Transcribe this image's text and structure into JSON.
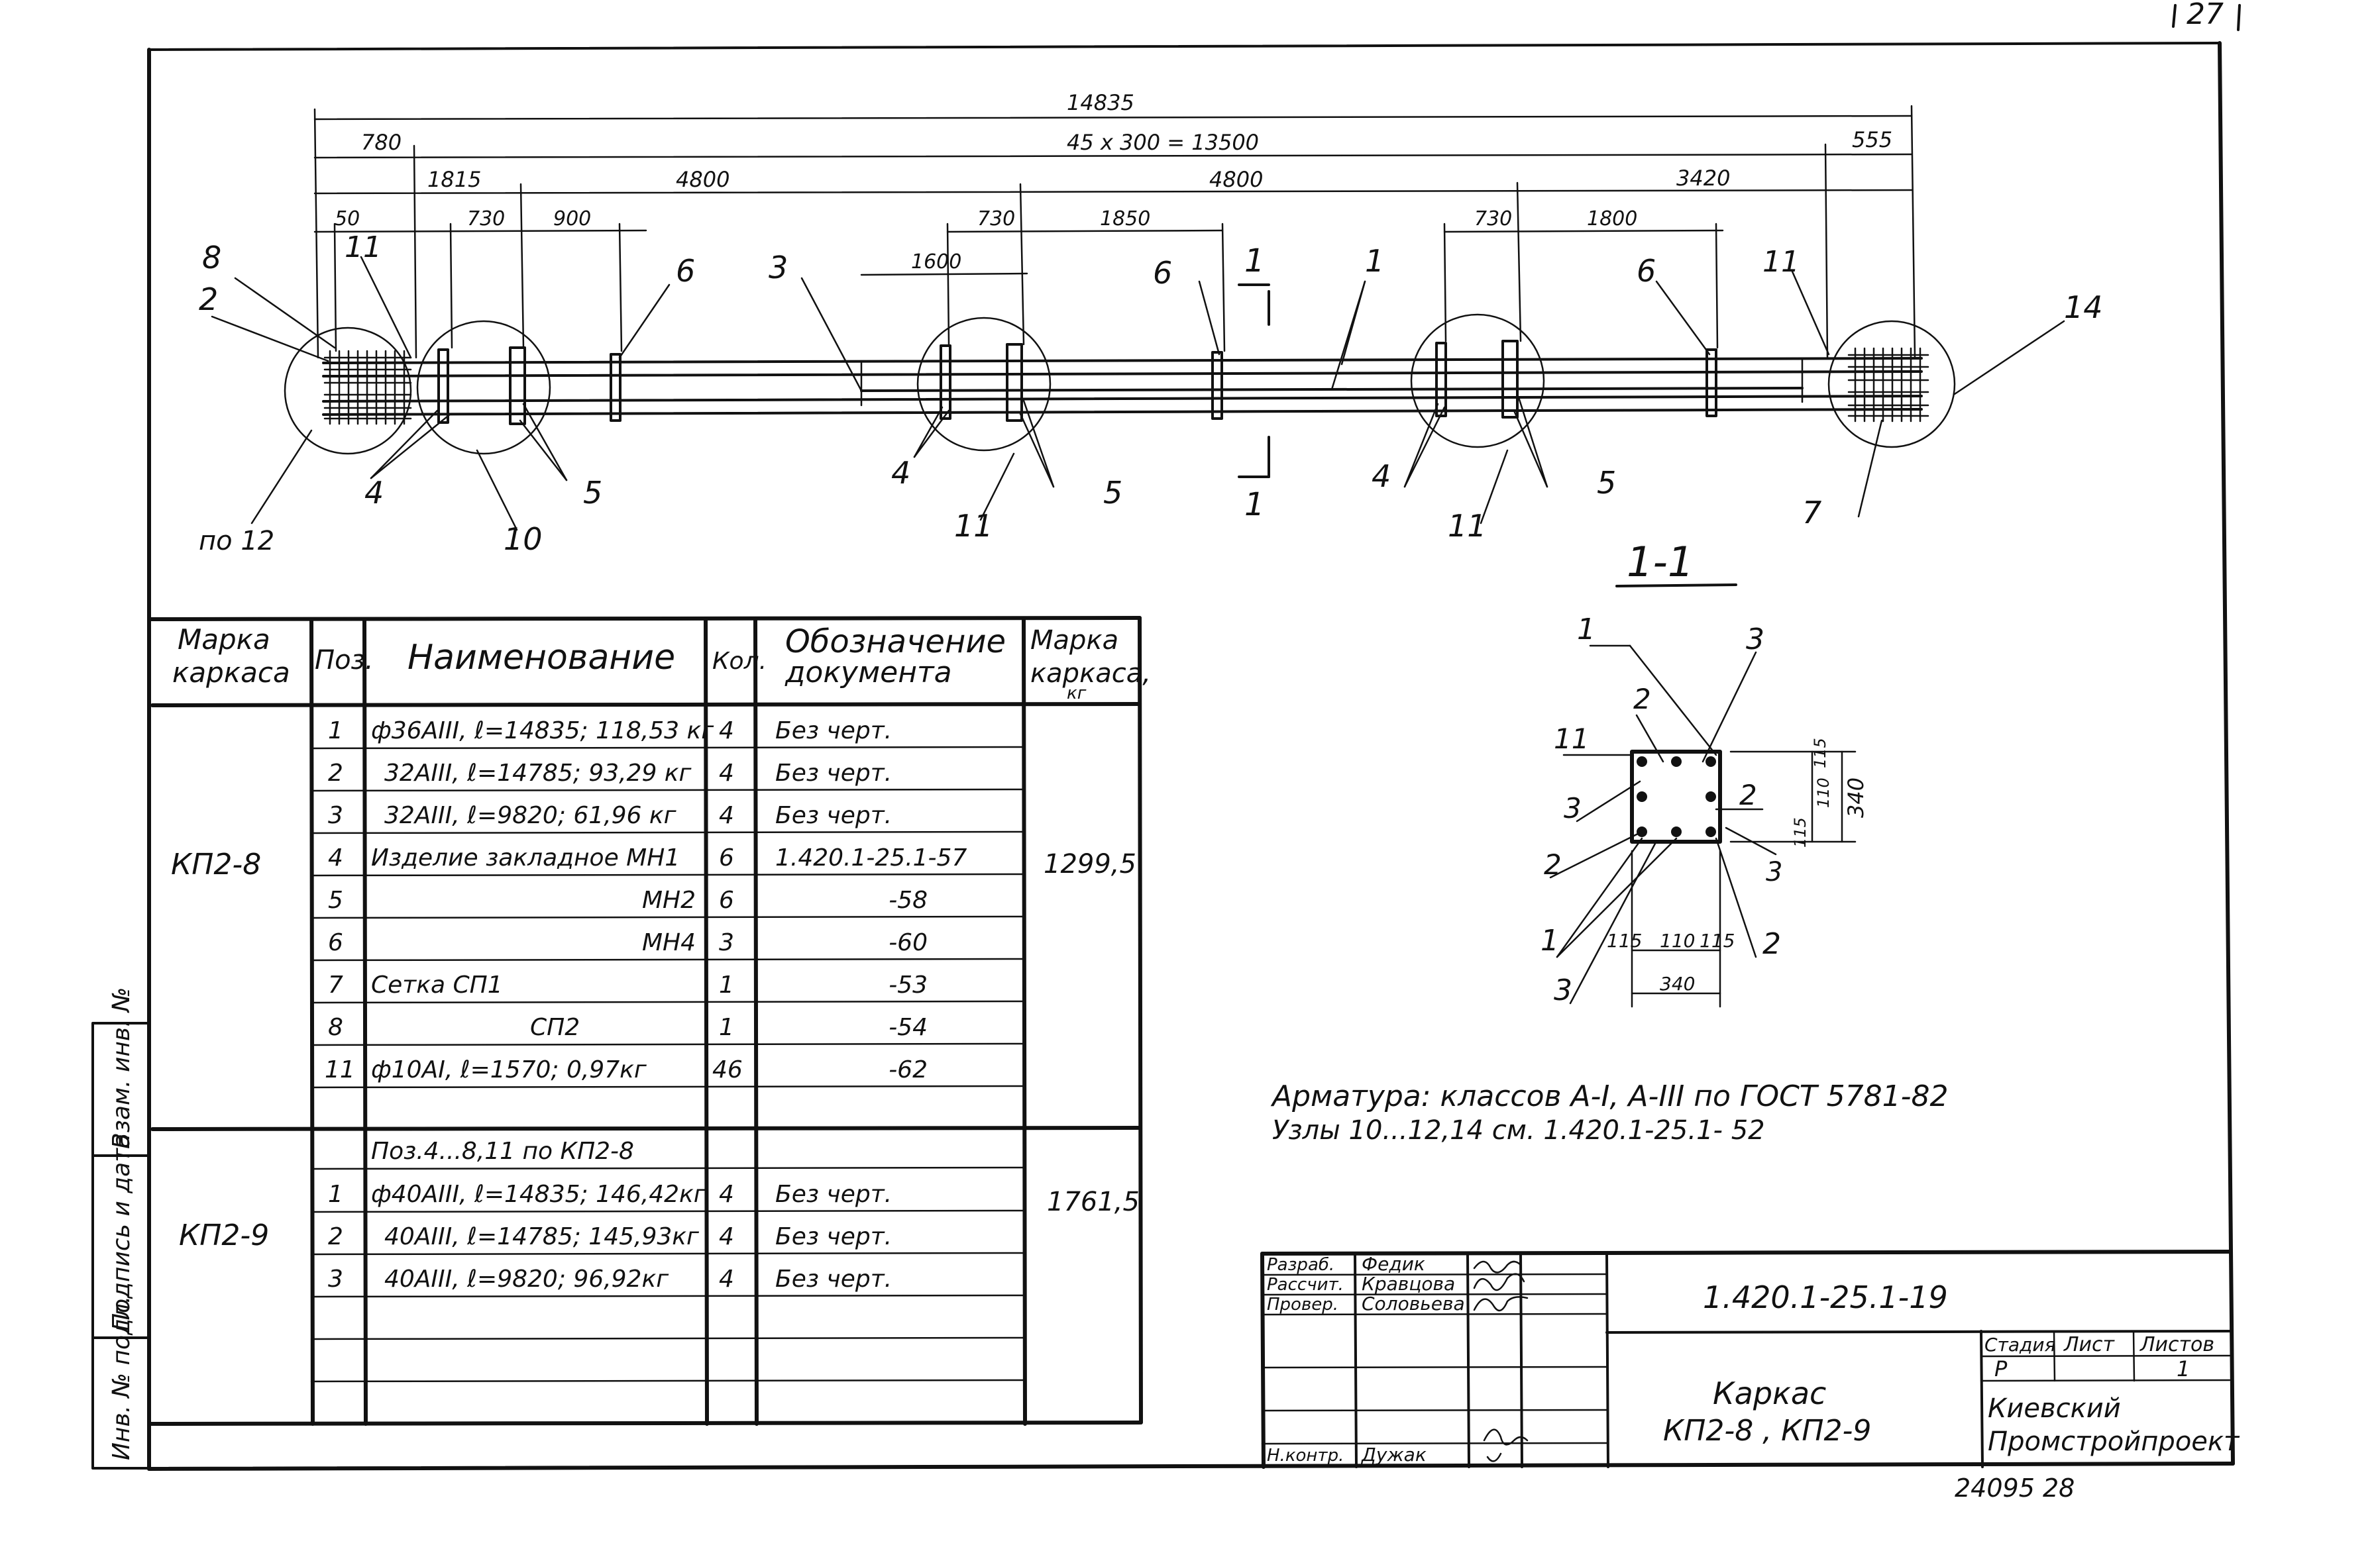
{
  "sheet": {
    "page_corner_number": "27",
    "archive_number": "24095 28"
  },
  "elevation": {
    "dims": {
      "overall": "14835",
      "pitch": "45 x 300 = 13500",
      "left_end": "780",
      "right_end": "555",
      "d_1815": "1815",
      "d_4800_a": "4800",
      "d_4800_b": "4800",
      "d_3420": "3420",
      "d_50": "50",
      "d_730_a": "730",
      "d_900": "900",
      "d_1600": "1600",
      "d_730_b": "730",
      "d_1850": "1850",
      "d_730_c": "730",
      "d_1800": "1800"
    },
    "callouts": {
      "p8": "8",
      "p2": "2",
      "p11a": "11",
      "p_no12": "по 12",
      "p4a": "4",
      "p10": "10",
      "p5a": "5",
      "p6a": "6",
      "p3": "3",
      "p4b": "4",
      "p11b": "11",
      "p5b": "5",
      "p6b": "6",
      "p1": "1",
      "p4c": "4",
      "p11c": "11",
      "p5c": "5",
      "p6c": "6",
      "p11d": "11",
      "p7": "7",
      "p14": "14",
      "cut_top": "1",
      "cut_bottom": "1"
    }
  },
  "section": {
    "title": "1-1",
    "labels": {
      "top1": "1",
      "top3": "3",
      "l2a": "2",
      "l11": "11",
      "l3a": "3",
      "r2": "2",
      "l2b": "2",
      "r3": "3",
      "b1": "1",
      "b2": "2",
      "b3": "3"
    },
    "dims": {
      "v115a": "115",
      "v110": "110",
      "v115b": "115",
      "v340": "340",
      "h115a": "115",
      "h110": "110",
      "h115b": "115",
      "h340": "340"
    }
  },
  "notes": {
    "line1": "Арматура: классов А-I, А-III по  ГОСТ 5781-82",
    "line2": "Узлы 10...12,14  см. 1.420.1-25.1- 52"
  },
  "spec_table": {
    "headers": {
      "mark": "Марка каркаса",
      "pos": "Поз.",
      "name": "Наименование",
      "qty": "Кол.",
      "doc": "Обозначение документа",
      "mass": "Марка каркаса, кг"
    },
    "group1": {
      "mark": "КП2-8",
      "mass": "1299,5",
      "rows": [
        {
          "pos": "1",
          "name": "ф36АIII,  ℓ=14835;   118,53 кг",
          "qty": "4",
          "doc": "Без  черт."
        },
        {
          "pos": "2",
          "name": "32АIII,  ℓ=14785;   93,29 кг",
          "qty": "4",
          "doc": "Без  черт."
        },
        {
          "pos": "3",
          "name": "32АIII,  ℓ=9820;   61,96 кг",
          "qty": "4",
          "doc": "Без  черт."
        },
        {
          "pos": "4",
          "name": "Изделие закладное  МН1",
          "qty": "6",
          "doc": "1.420.1-25.1-57"
        },
        {
          "pos": "5",
          "name": "МН2",
          "qty": "6",
          "doc": "-58"
        },
        {
          "pos": "6",
          "name": "МН4",
          "qty": "3",
          "doc": "-60"
        },
        {
          "pos": "7",
          "name": "Сетка  СП1",
          "qty": "1",
          "doc": "-53"
        },
        {
          "pos": "8",
          "name": "СП2",
          "qty": "1",
          "doc": "-54"
        },
        {
          "pos": "11",
          "name": "ф10АI,  ℓ=1570;     0,97кг",
          "qty": "46",
          "doc": "-62"
        }
      ]
    },
    "group2": {
      "mark": "КП2-9",
      "mass": "1761,5",
      "note": "Поз.4...8,11 по  КП2-8",
      "rows": [
        {
          "pos": "1",
          "name": "ф40АIII,  ℓ=14835;  146,42кг",
          "qty": "4",
          "doc": "Без  черт."
        },
        {
          "pos": "2",
          "name": "40АIII,  ℓ=14785;   145,93кг",
          "qty": "4",
          "doc": "Без  черт."
        },
        {
          "pos": "3",
          "name": "40АIII,  ℓ=9820;   96,92кг",
          "qty": "4",
          "doc": "Без  черт."
        }
      ]
    }
  },
  "side_stamp": {
    "c1": "Инв. № подл.",
    "c2": "Подпись и дата",
    "c3": "Взам. инв. №"
  },
  "title_block": {
    "doc_code": "1.420.1-25.1-19",
    "title_line1": "Каркас",
    "title_line2": "КП2-8 ,  КП2-9",
    "org_line1": "Киевский",
    "org_line2": "Промстройпроект",
    "stage_h": "Стадия",
    "sheet_h": "Лист",
    "sheets_h": "Листов",
    "stage_v": "Р",
    "sheets_v": "1",
    "roles": [
      {
        "role": "Разраб.",
        "name": "Федик"
      },
      {
        "role": "Рассчит.",
        "name": "Кравцова"
      },
      {
        "role": "Провер.",
        "name": "Соловьева"
      },
      {
        "role": "Н.контр.",
        "name": "Дужак"
      }
    ]
  }
}
